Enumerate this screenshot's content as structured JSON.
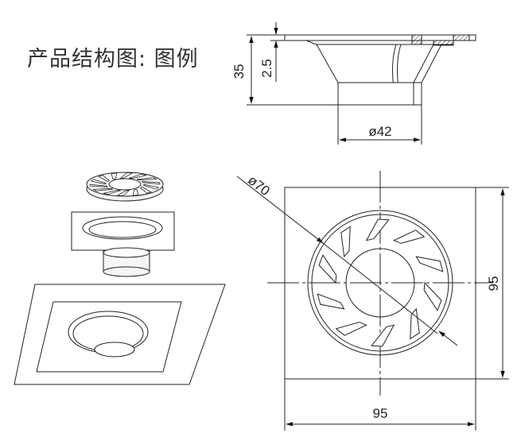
{
  "title": "产品结构图: 图例",
  "dimensions": {
    "height": "35",
    "flange_thickness": "2.5",
    "outlet_diameter": "ø42",
    "strainer_diameter": "ø70",
    "plate_width": "95",
    "plate_height": "95"
  }
}
